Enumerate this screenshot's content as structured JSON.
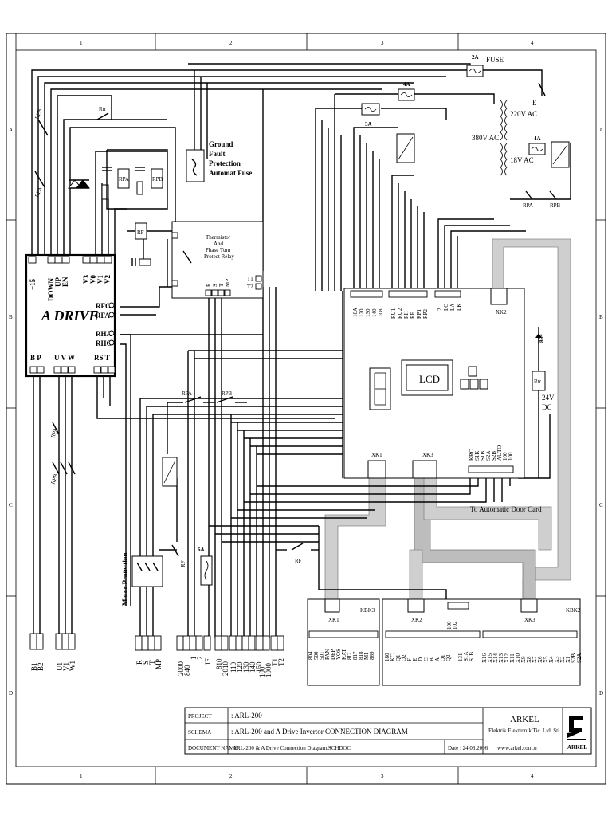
{
  "frame": {
    "cols": [
      "1",
      "2",
      "3",
      "4"
    ],
    "rows": [
      "A",
      "B",
      "C",
      "D"
    ]
  },
  "drive": {
    "title": "A DRIVE",
    "top_terminals": [
      "+15",
      "DOWN",
      "UP",
      "EN",
      "V3",
      "V0",
      "V1",
      "V2"
    ],
    "right_terminals": [
      "RFO",
      "RFA",
      "RHA",
      "RHO"
    ],
    "bottom_left": "B P",
    "bottom_mid": "U V W",
    "bottom_right": "RS T"
  },
  "labels": {
    "rpb_top": "RPB",
    "rpa_left": "RPA",
    "rpa_box": "RPA",
    "rpb_box": "RPB",
    "rtr_top": "Rtr",
    "rf_box": "RF",
    "ground_fault": [
      "Ground",
      "Fault",
      "Protection",
      "Automat Fuse"
    ],
    "thermistor": [
      "Thermistor",
      "And",
      "Phase Turn",
      "Protect Relay"
    ],
    "thermistor_pins": [
      "R",
      "S",
      "T",
      "MP"
    ],
    "t_pins": [
      "T1",
      "T2"
    ],
    "fuse_2a": "2A",
    "fuse_label": "FUSE",
    "fuse_4a_top": "4A",
    "fuse_3a": "3A",
    "v220": "220V AC",
    "v380": "380V AC",
    "fuse_4a_low": "4A",
    "v18": "18V AC",
    "e_label": "E",
    "rpa_sw": "RPA",
    "rpb_sw": "RPB",
    "board_group1": [
      "10A",
      "120",
      "130",
      "140",
      "108"
    ],
    "board_group2": [
      "RU1",
      "RU2",
      "RH",
      "RF",
      "RP1",
      "RP2"
    ],
    "board_group3": [
      "2",
      "LO",
      "LA",
      "LK"
    ],
    "xk2": "XK2",
    "lcd": "LCD",
    "n869": "869",
    "rtr_right": "Rtr",
    "v24": "24V",
    "dc": "DC",
    "xk1": "XK1",
    "xk3": "XK3",
    "board_bottom": [
      "KRC",
      "S1K",
      "S1B",
      "S2A",
      "S2B",
      "AUTO",
      "100",
      "100"
    ],
    "door_card": "To Automatic Door Card",
    "rpa_mid": "RPA",
    "rpb_mid": "RPB",
    "rpa_vert": "RPA",
    "rpb_vert": "RPB",
    "motor_protection": "Motor Protection",
    "rf_small": "RF",
    "f6a": "6A",
    "rf_bottom": "RF",
    "kbk3": "KBK3",
    "kbk2": "KBK2",
    "kbk_xk1": "XK1",
    "kbk_xk2": "XK2",
    "kbk_xk3": "XK3",
    "kbk3_pins": [
      "804",
      "500",
      "501",
      "PAN",
      "DEP",
      "YOS",
      "KAT",
      "8I2",
      "817",
      "818",
      "MI",
      "869"
    ],
    "kbk2_mid_pins": [
      "180",
      "KC",
      "Q1",
      "Q2",
      "F",
      "E",
      "D",
      "C",
      "B",
      "A",
      "Q1",
      "Q2",
      "100",
      "102",
      "131",
      "S1A",
      "S1B"
    ],
    "kbk2_right_pins": [
      "X16",
      "X15",
      "X14",
      "X13",
      "X12",
      "X11",
      "X10",
      "X9",
      "X8",
      "X7",
      "X6",
      "X5",
      "X4",
      "X3",
      "X2",
      "X1",
      "S2B",
      "S2A"
    ],
    "bottom_terms": {
      "b": [
        "B1",
        "B2"
      ],
      "uvw": [
        "U1",
        "V1",
        "W1"
      ],
      "rst": [
        "R",
        "S",
        "T",
        "MP"
      ],
      "g1": [
        "2000",
        "840",
        "1",
        "2"
      ],
      "g2": [
        "IF",
        "810",
        "2010"
      ],
      "g3": [
        "110",
        "120",
        "130",
        "140",
        "150"
      ],
      "g4": [
        "100",
        "1000"
      ],
      "g5": [
        "T1",
        "T2"
      ]
    }
  },
  "title_block": {
    "project_label": "PROJECT",
    "project_value": ": ARL-200",
    "schema_label": "SCHEMA",
    "schema_value": ": ARL-200 and A Drive Invertor CONNECTION DIAGRAM",
    "docname_label": "DOCUMENT NAME :",
    "docname_value": "ARL-200 &  A Drive Connection Diagram.SCHDOC",
    "date": "Date : 24.03.2006",
    "company": "ARKEL",
    "company_sub": "Elektrik Elektronik Tic. Ltd. Şti.",
    "website": "www.arkel.com.tr",
    "logo_text": "ARKEL"
  }
}
